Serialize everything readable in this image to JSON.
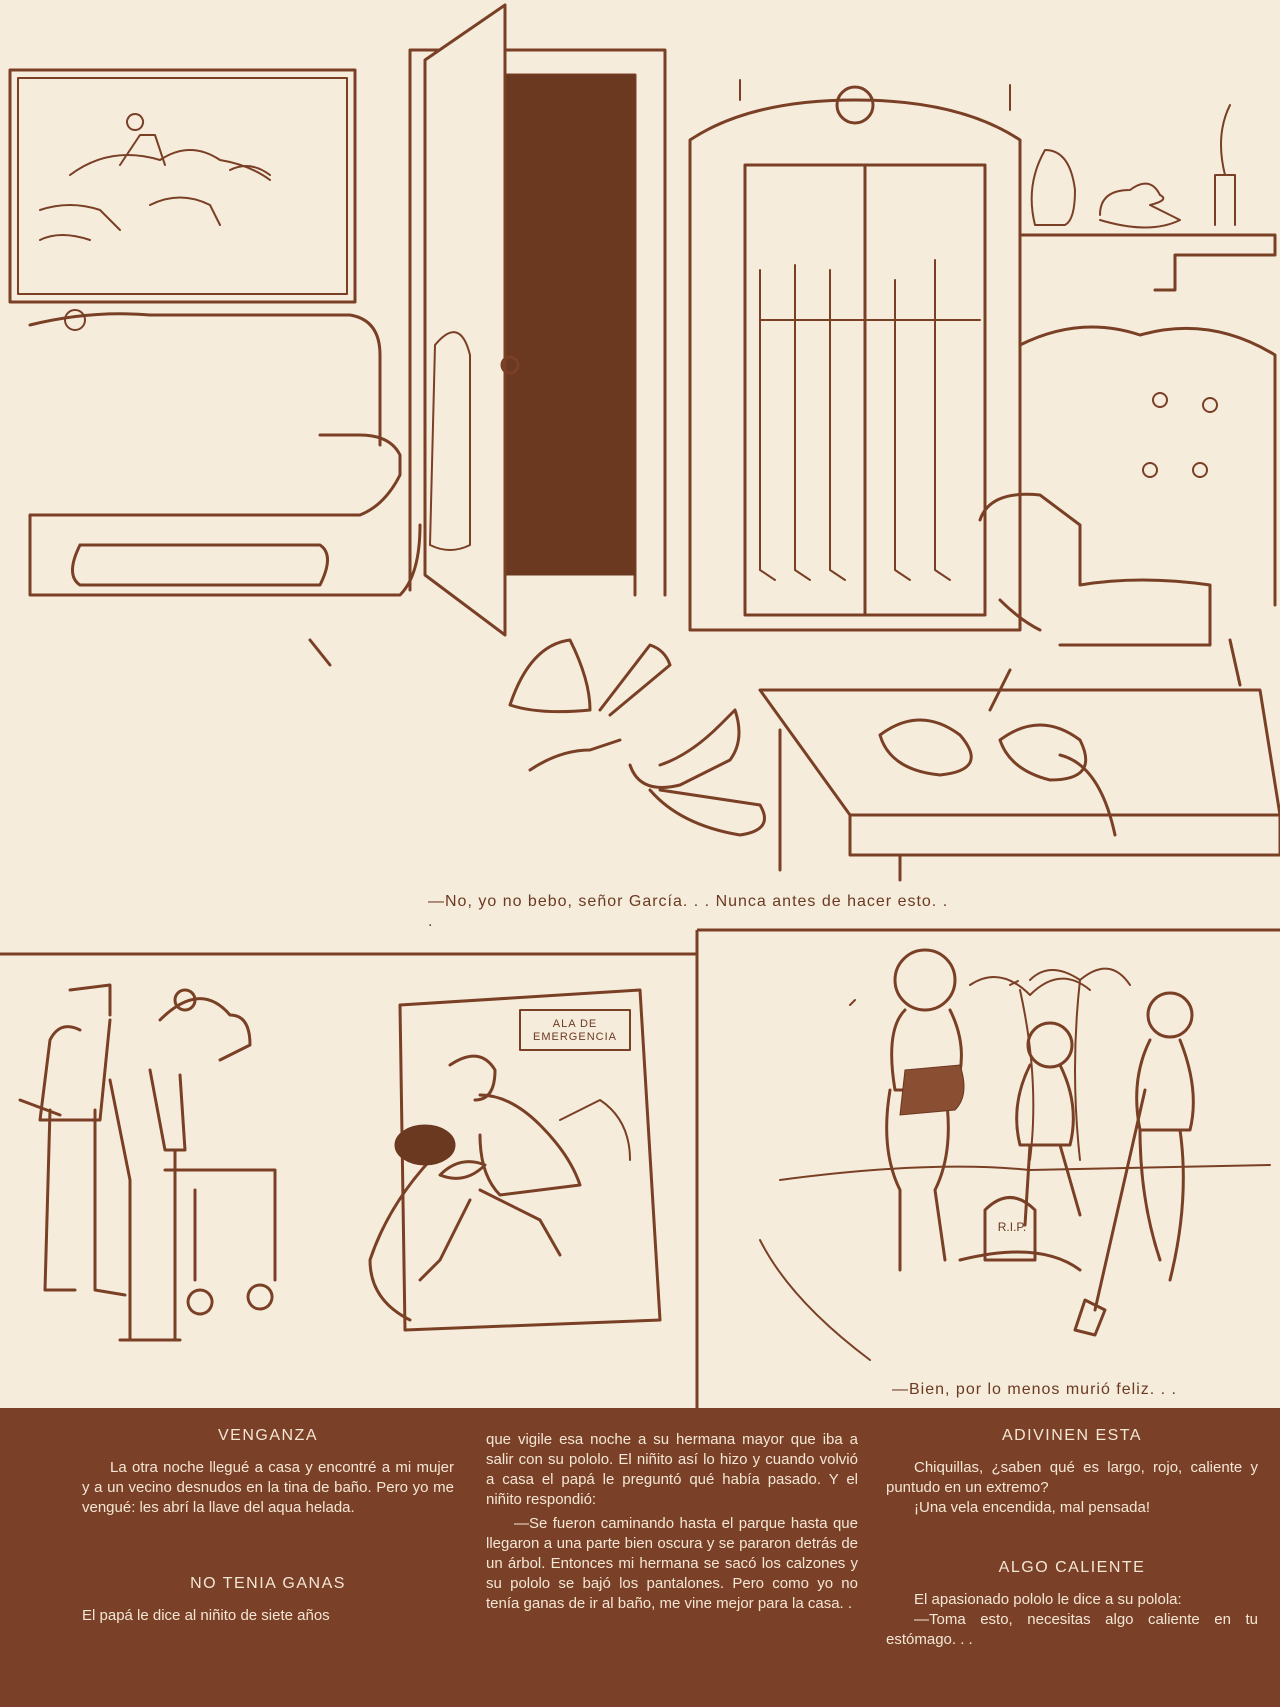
{
  "cartoons": {
    "top_caption": "—No, yo no bebo, señor García. . . Nunca antes de hacer esto. . .",
    "emergency_sign": "ALA DE EMERGENCIA",
    "tombstone": "R.I.P.",
    "right_caption": "—Bien, por lo menos murió feliz. . ."
  },
  "jokes": {
    "venganza": {
      "title": "VENGANZA",
      "body": "La otra noche llegué a casa y encontré a mi mujer y a un vecino desnudos en la tina de baño. Pero yo me vengué: les abrí la llave del aqua helada."
    },
    "no_tenia_ganas": {
      "title": "NO TENIA GANAS",
      "intro": "El papá le dice al niñito de siete años",
      "continuation": "que vigile esa noche a su hermana mayor que iba a salir con su pololo. El niñito así lo hizo y cuando volvió a casa el papá le preguntó qué había pasado. Y el niñito respondió:",
      "answer": "—Se fueron caminando hasta el parque hasta que llegaron a una parte bien oscura y se pararon detrás de un árbol. Entonces mi hermana se sacó los calzones y su pololo se bajó los pantalones. Pero como yo no tenía ganas de ir al baño, me vine mejor para la casa. ."
    },
    "adivinen_esta": {
      "title": "ADIVINEN ESTA",
      "question": "Chiquillas, ¿saben qué es largo, rojo, caliente y puntudo en un extremo?",
      "answer": "¡Una vela encendida, mal pensada!"
    },
    "algo_caliente": {
      "title": "ALGO CALIENTE",
      "intro": "El apasionado pololo le dice a su polola:",
      "quote": "—Toma esto, necesitas algo caliente en tu estómago. . ."
    }
  }
}
